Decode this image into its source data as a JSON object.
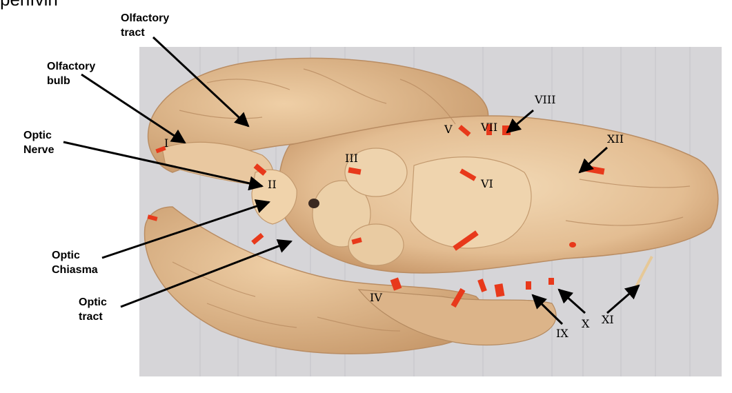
{
  "header_fragment": "penfvin",
  "callouts": {
    "olfactory_tract": [
      "Olfactory",
      "tract"
    ],
    "olfactory_bulb": [
      "Olfactory",
      "bulb"
    ],
    "optic_nerve": [
      "Optic",
      "Nerve"
    ],
    "optic_chiasma": [
      "Optic",
      "Chiasma"
    ],
    "optic_tract": [
      "Optic",
      "tract"
    ]
  },
  "nerve_labels": {
    "I": "I",
    "II": "II",
    "III": "III",
    "IV": "IV",
    "V": "V",
    "VI": "VI",
    "VII": "VII",
    "VIII": "VIII",
    "IX": "IX",
    "X": "X",
    "XI": "XI",
    "XII": "XII"
  },
  "colors": {
    "background_board": "#d3d3d6",
    "tissue": "#e5c39a",
    "tissue_light": "#f0d6b0",
    "tissue_shadow": "#b98c62",
    "marker": "#e83a1c",
    "arrow": "#000000"
  }
}
